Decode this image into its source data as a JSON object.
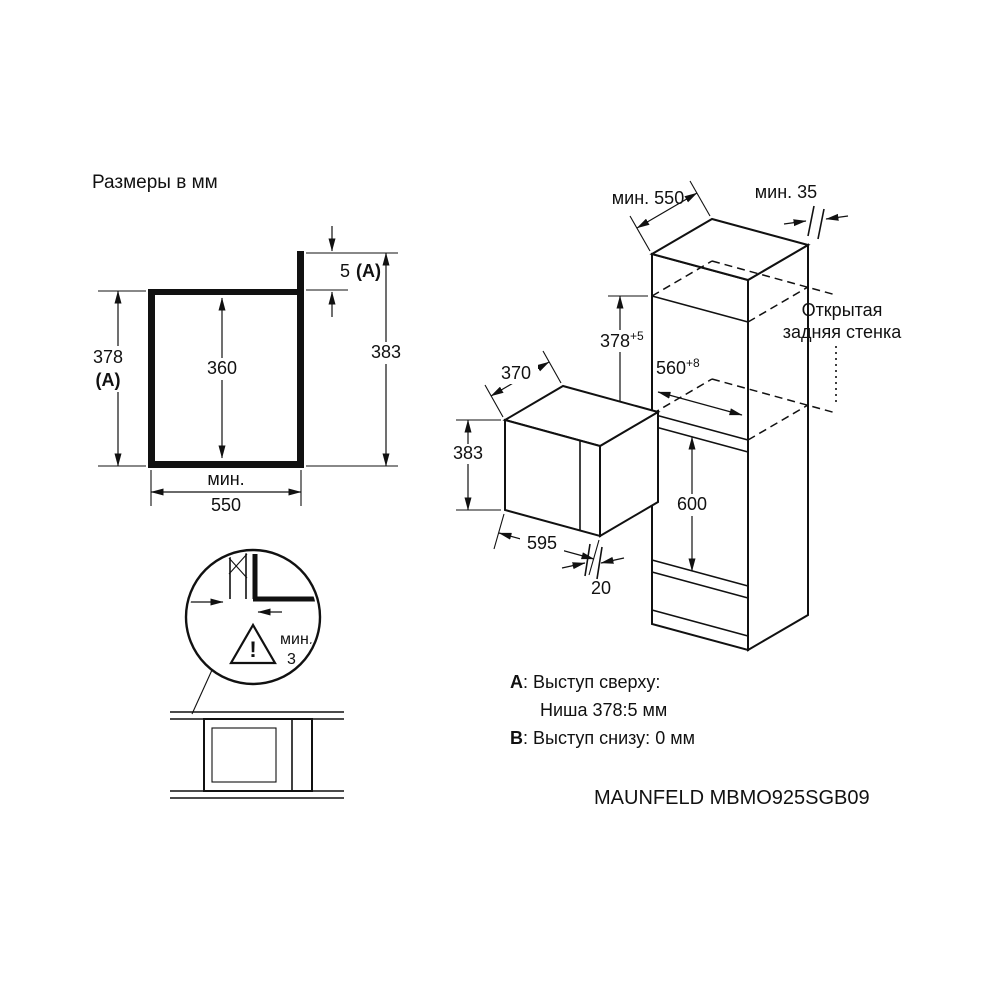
{
  "title": "Размеры в мм",
  "front_view": {
    "height": "378",
    "height_ref": "(A)",
    "inner_height": "360",
    "top_gap": "5",
    "top_gap_ref": "(A)",
    "panel_height": "383",
    "width_label": "мин.",
    "width": "550"
  },
  "cabinet": {
    "depth": "мин. 550",
    "rear_gap": "мин. 35",
    "niche_height": "378",
    "niche_height_tol": "+5",
    "niche_width": "560",
    "niche_width_tol": "+8",
    "lower_clearance": "600",
    "open_back_line1": "Открытая",
    "open_back_line2": "задняя стенка"
  },
  "microwave": {
    "depth": "370",
    "height": "383",
    "width": "595",
    "protrusion": "20"
  },
  "detail": {
    "warning": "!",
    "min_label": "мин.",
    "min_gap": "3"
  },
  "notes": {
    "a_label": "A",
    "a_text": ": Выступ сверху:",
    "a_line2": "Ниша 378:5 мм",
    "b_label": "B",
    "b_text": ": Выступ снизу: 0 мм"
  },
  "model": "MAUNFELD MBMO925SGB09",
  "colors": {
    "line": "#111111",
    "background": "#ffffff"
  }
}
